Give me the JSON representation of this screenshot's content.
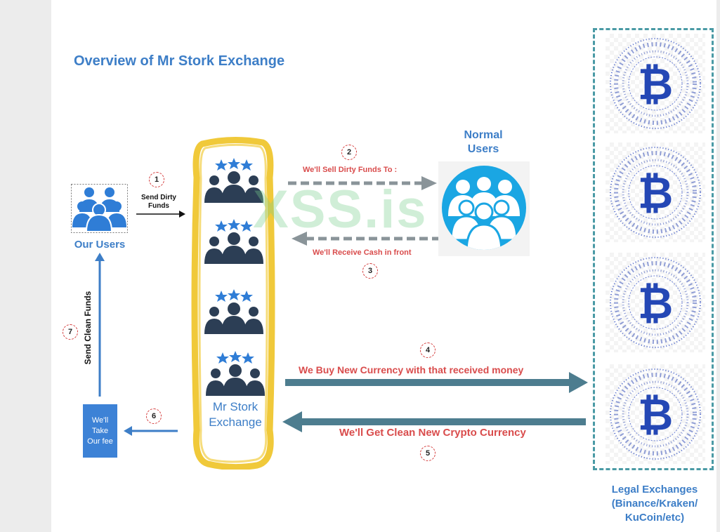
{
  "title": "Overview of Mr Stork Exchange",
  "nodes": {
    "our_users": "Our Users",
    "exchange_line1": "Mr Stork",
    "exchange_line2": "Exchange",
    "normal_users_line1": "Normal",
    "normal_users_line2": "Users",
    "fee_line1": "We'll",
    "fee_line2": "Take",
    "fee_line3": "Our fee",
    "legal_line1": "Legal Exchanges",
    "legal_line2": "(Binance/Kraken/",
    "legal_line3": "KuCoin/etc)"
  },
  "steps": [
    {
      "num": "1",
      "label_line1": "Send Dirty",
      "label_line2": "Funds"
    },
    {
      "num": "2",
      "label": "We'll Sell Dirty Funds To :"
    },
    {
      "num": "3",
      "label": "We'll Receive Cash in front"
    },
    {
      "num": "4",
      "label": "We Buy New Currency with that received money"
    },
    {
      "num": "5",
      "label": "We'll Get Clean New Crypto Currency"
    },
    {
      "num": "6"
    },
    {
      "num": "7",
      "label": "Send Clean Funds"
    }
  ],
  "watermark": "XSS.is",
  "colors": {
    "blue": "#3d7ec7",
    "red_text": "#d94c4c",
    "dark_arrow": "#4d7d8f",
    "gray_arrow": "#8a9499",
    "teal_border": "#4a9aa5",
    "yellow_highlight": "#f0c93a",
    "fee_box": "#3d82d6",
    "people_icon": "#2c3e55",
    "star": "#2f7dd6",
    "btc": "#2447b5"
  },
  "icons": [
    "users-icon",
    "team-with-stars-icon",
    "normal-users-icon",
    "bitcoin-network-icon"
  ]
}
